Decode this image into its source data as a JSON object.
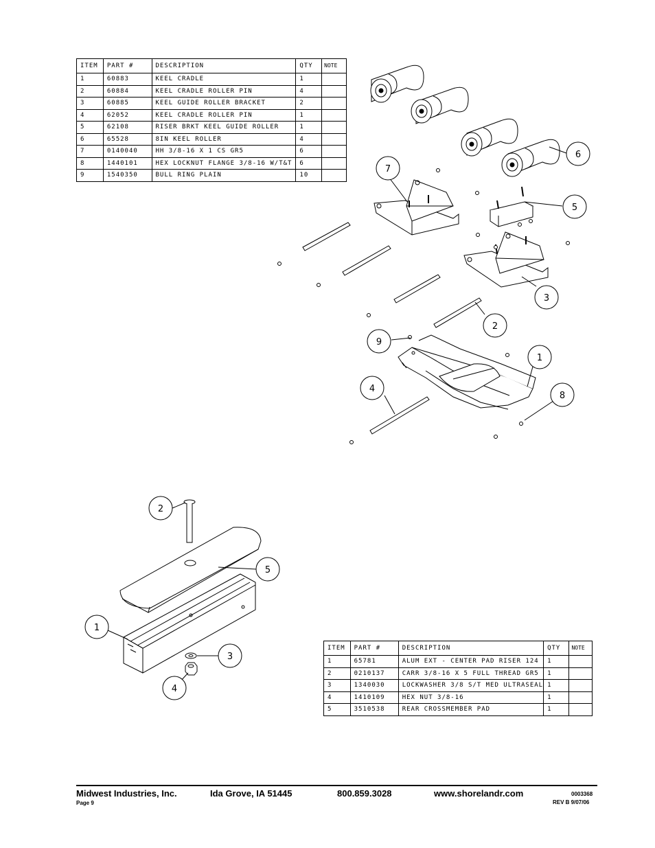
{
  "table1": {
    "headers": [
      "ITEM",
      "PART #",
      "DESCRIPTION",
      "QTY",
      "NOTE"
    ],
    "rows": [
      [
        "1",
        "60883",
        "KEEL CRADLE",
        "1",
        ""
      ],
      [
        "2",
        "60884",
        "KEEL CRADLE ROLLER PIN",
        "4",
        ""
      ],
      [
        "3",
        "60885",
        "KEEL GUIDE ROLLER BRACKET",
        "2",
        ""
      ],
      [
        "4",
        "62052",
        "KEEL CRADLE ROLLER PIN",
        "1",
        ""
      ],
      [
        "5",
        "62108",
        "RISER BRKT KEEL GUIDE ROLLER",
        "1",
        ""
      ],
      [
        "6",
        "65528",
        "8IN KEEL ROLLER",
        "4",
        ""
      ],
      [
        "7",
        "0140040",
        "HH 3/8-16 X 1 CS GR5",
        "6",
        ""
      ],
      [
        "8",
        "1440101",
        "HEX LOCKNUT FLANGE 3/8-16 W/T&T",
        "6",
        ""
      ],
      [
        "9",
        "1540350",
        "BULL RING PLAIN",
        "10",
        ""
      ]
    ]
  },
  "table2": {
    "headers": [
      "ITEM",
      "PART #",
      "DESCRIPTION",
      "QTY",
      "NOTE"
    ],
    "rows": [
      [
        "1",
        "65781",
        "ALUM EXT - CENTER PAD RISER 124",
        "1",
        ""
      ],
      [
        "2",
        "0210137",
        "CARR 3/8-16 X 5 FULL THREAD GR5",
        "1",
        ""
      ],
      [
        "3",
        "1340030",
        "LOCKWASHER 3/8 S/T MED ULTRASEAL",
        "1",
        ""
      ],
      [
        "4",
        "1410109",
        "HEX NUT 3/8-16",
        "1",
        ""
      ],
      [
        "5",
        "3510538",
        "REAR CROSSMEMBER PAD",
        "1",
        ""
      ]
    ]
  },
  "callouts_top": [
    "7",
    "6",
    "5",
    "3",
    "2",
    "9",
    "1",
    "8",
    "4"
  ],
  "callouts_bottom": [
    "2",
    "5",
    "1",
    "3",
    "4"
  ],
  "footer": {
    "company": "Midwest Industries, Inc.",
    "location": "Ida Grove, IA  51445",
    "phone": "800.859.3028",
    "website": "www.shorelandr.com",
    "page": "Page 9",
    "doc_number": "0003368",
    "revision": "REV B  9/07/06"
  }
}
